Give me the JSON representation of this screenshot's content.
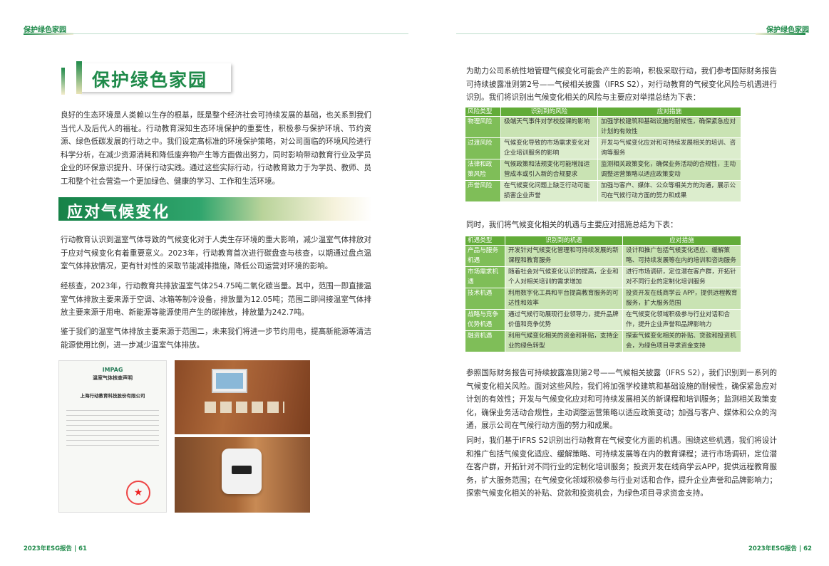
{
  "header": {
    "left": "保护绿色家园",
    "right": "保护绿色家园"
  },
  "section1": {
    "title": "保护绿色家园",
    "body": "良好的生态环境是人类赖以生存的根基，既是整个经济社会可持续发展的基础，也关系到我们当代人及后代人的福祉。行动教育深知生态环境保护的重要性，积极参与保护环境、节约资源、绿色低碳发展的行动之中。我们设定高标准的环境保护策略，对公司面临的环境风险进行科学分析，在减少资源消耗和降低废弃物产生等方面做出努力，同时影响带动教育行业及学员企业的环保意识提升、环保行动实践。通过这些实际行动，行动教育致力于为学员、教师、员工和整个社会营造一个更加绿色、健康的学习、工作和生活环境。"
  },
  "section2": {
    "title": "应对气候变化",
    "paras": [
      "行动教育认识到温室气体导致的气候变化对于人类生存环境的重大影响，减少温室气体排放对于应对气候变化有着重要意义。2023年，行动教育首次进行碳盘查与核查，以期通过盘点温室气体排放情况，更有针对性的采取节能减排措施，降低公司运营对环境的影响。",
      "经核查，2023年，行动教育共排放温室气体254.75吨二氧化碳当量。其中，范围一即直接温室气体排放主要来源于空调、冰箱等制冷设备，排放量为12.05吨；范围二即间接温室气体排放主要来源于用电、新能源等能源使用产生的碳排放，排放量为242.7吨。",
      "鉴于我们的温室气体排放主要来源于范围二，未来我们将进一步节约用电，提高新能源等清洁能源使用比例，进一步减少温室气体排放。"
    ]
  },
  "certificate": {
    "logo": "IMPAG",
    "title": "温室气体核查声明",
    "company": "上海行动教育科技股份有限公司"
  },
  "right": {
    "intro": "为助力公司系统性地管理气候变化可能会产生的影响，积极采取行动，我们参考国际财务报告可持续披露准则第2号——气候相关披露（IFRS S2），对行动教育的气候变化风险与机遇进行识别。我们将识别出气候变化相关的风险与主要应对举措总结为下表：",
    "risk_table": {
      "headers": [
        "风险类型",
        "识别到的风险",
        "应对措施"
      ],
      "rows": [
        [
          "物理风险",
          "极端天气事件对学校授课的影响",
          "加强学校建筑和基础设施的耐候性，确保紧急应对计划的有效性"
        ],
        [
          "过渡风险",
          "气候变化导致的市场需求变化对企业培训服务的影响",
          "开发与气候变化应对和可持续发展相关的培训、咨询等服务"
        ],
        [
          "法律和政策风险",
          "气候政策和法规变化可能增加运营成本或引入新的合规要求",
          "监测相关政策变化，确保业务活动的合规性，主动调整运营策略以适应政策变动"
        ],
        [
          "声誉风险",
          "在气候变化问题上缺乏行动可能损害企业声誉",
          "加强与客户、媒体、公众等相关方的沟通，展示公司在气候行动方面的努力和成果"
        ]
      ]
    },
    "mid": "同时，我们将气候变化相关的机遇与主要应对措施总结为下表：",
    "opp_table": {
      "headers": [
        "机遇类型",
        "识别到的机遇",
        "应对措施"
      ],
      "rows": [
        [
          "产品与服务机遇",
          "开发针对气候变化管理和可持续发展的新课程和教育服务",
          "设计和推广包括气候变化适应、缓解策略、可持续发展等在内的培训和咨询服务"
        ],
        [
          "市场需求机遇",
          "随着社会对气候变化认识的提高，企业和个人对相关培训的需求增加",
          "进行市场调研，定位潜在客户群，开拓针对不同行业的定制化培训服务"
        ],
        [
          "技术机遇",
          "利用数字化工具和平台提高教育服务的可达性和效率",
          "投资开发在线商学云 APP，提供远程教育服务，扩大服务范围"
        ],
        [
          "战略与竞争优势机遇",
          "通过气候行动展现行业领导力，提升品牌价值和竞争优势",
          "在气候变化领域积极参与行业对话和合作，提升企业声誉和品牌影响力"
        ],
        [
          "融资机遇",
          "利用气候变化相关的资金和补贴，支持企业的绿色转型",
          "探索气候变化相关的补贴、贷款和投资机会，为绿色项目寻求资金支持"
        ]
      ]
    },
    "para1": "参照国际财务报告可持续披露准则第2号——气候相关披露（IFRS S2），我们识别到一系列的气候变化相关风险。面对这些风险，我们将加强学校建筑和基础设施的耐候性，确保紧急应对计划的有效性；开发与气候变化应对和可持续发展相关的新课程和培训服务；监测相关政策变化，确保业务活动合规性，主动调整运营策略以适应政策变动；加强与客户、媒体和公众的沟通，展示公司在气候行动方面的努力和成果。",
    "para2": "同时，我们基于IFRS S2识别出行动教育在气候变化方面的机遇。围绕这些机遇，我们将设计和推广包括气候变化适应、缓解策略、可持续发展等在内的教育课程；进行市场调研，定位潜在客户群，开拓针对不同行业的定制化培训服务；投资开发在线商学云APP，提供远程教育服务，扩大服务范围；在气候变化领域积极参与行业对话和合作，提升企业声誉和品牌影响力；探索气候变化相关的补贴、贷款和投资机会，为绿色项目寻求资金支持。"
  },
  "footer": {
    "left": "2023年ESG报告 | 61",
    "right": "2023年ESG报告 | 62"
  },
  "colors": {
    "brand": "#1f8a4a",
    "table_header": "#62ac38"
  }
}
